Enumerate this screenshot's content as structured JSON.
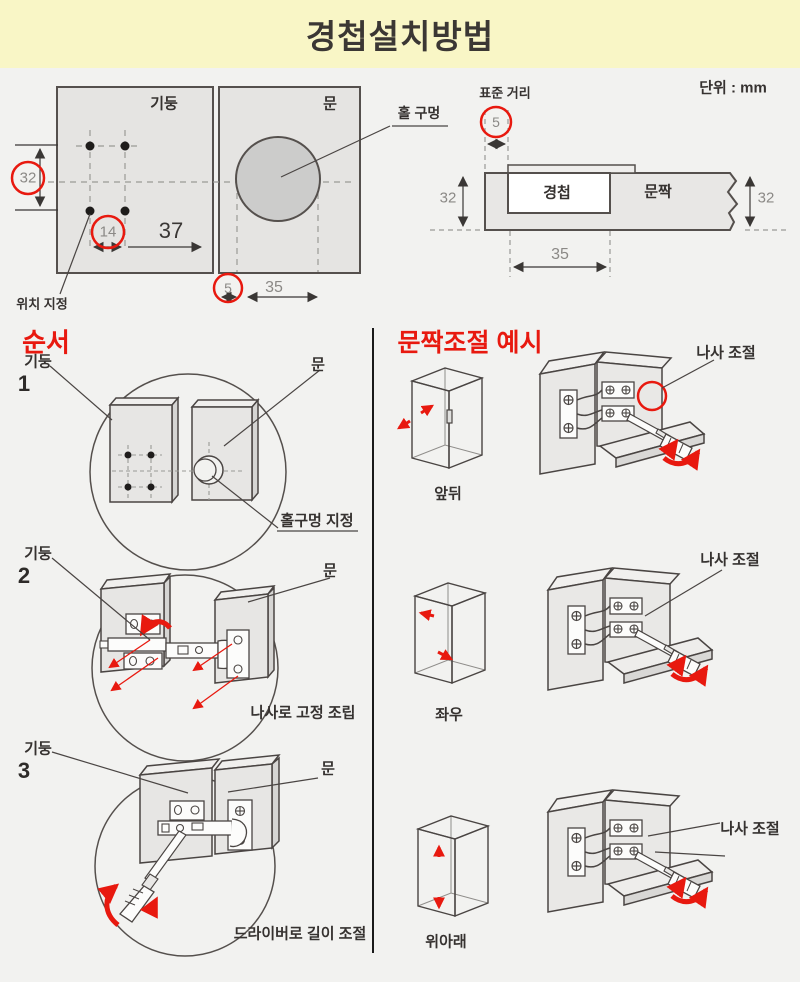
{
  "header": {
    "title": "경첩설치방법"
  },
  "colors": {
    "header_bg": "#f9f6c6",
    "canvas_bg": "#f2f2f0",
    "accent_red": "#e8190f",
    "line": "#4a4543",
    "panel_fill": "#e5e4e2"
  },
  "top_left_diagram": {
    "pillar_label": "기둥",
    "door_label": "문",
    "dim_32": "32",
    "dim_14": "14",
    "dim_37": "37",
    "dim_5": "5",
    "dim_35": "35",
    "position_label": "위치 지정",
    "hole_label": "홀 구멍"
  },
  "top_right_diagram": {
    "unit_label": "단위 : mm",
    "standard_label": "표준 거리",
    "dim_5": "5",
    "dim_32_left": "32",
    "dim_32_right": "32",
    "dim_35": "35",
    "hinge_label": "경첩",
    "door_label": "문짝"
  },
  "sequence": {
    "title": "순서",
    "steps": [
      {
        "num": "1",
        "pillar_label": "기둥",
        "door_label": "문",
        "caption": "홀구멍 지정"
      },
      {
        "num": "2",
        "pillar_label": "기둥",
        "door_label": "문",
        "caption": "나사로 고정 조립"
      },
      {
        "num": "3",
        "pillar_label": "기둥",
        "door_label": "문",
        "caption": "드라이버로 길이 조절"
      }
    ]
  },
  "adjustment": {
    "title": "문짝조절 예시",
    "rows": [
      {
        "direction_label": "앞뒤",
        "screw_label": "나사 조절"
      },
      {
        "direction_label": "좌우",
        "screw_label": "나사 조절"
      },
      {
        "direction_label": "위아래",
        "screw_label": "나사 조절"
      }
    ]
  }
}
